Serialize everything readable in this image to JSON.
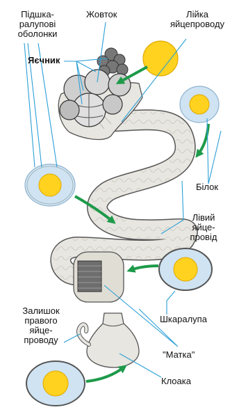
{
  "labels": {
    "shell_membranes": "Підшка-ралупові оболонки",
    "yolk": "Жовток",
    "funnel": "Лійка яйцепроводу",
    "ovary": "Яєчник",
    "albumen": "Білок",
    "left_oviduct": "Лівий яйце-провід",
    "shell": "Шкаралупа",
    "remnant_right_oviduct": "Залишок правого яйце-проводу",
    "uterus": "\"Матка\"",
    "cloaca": "Клоака"
  },
  "colors": {
    "yolk": "#ffd21f",
    "yolk_edge": "#e0a800",
    "albumen": "#cfe3f2",
    "albumen_edge": "#8fb3cf",
    "arrow": "#1e9a4a",
    "leader": "#2a9fd6",
    "organ_fill": "#e8e6e0",
    "organ_line": "#555555"
  }
}
